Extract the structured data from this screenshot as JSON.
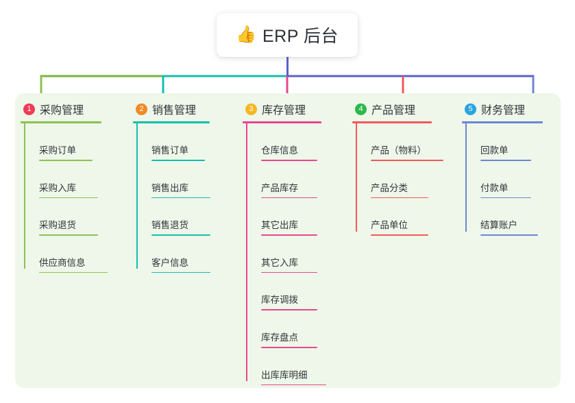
{
  "root": {
    "icon": "thumbs-up-icon",
    "emoji": "👍",
    "title": "ERP 后台"
  },
  "palette": {
    "canvas_bg": "#eef7e9",
    "page_bg": "#ffffff",
    "text": "#31353c",
    "root_connector": "#5b5fc7"
  },
  "connectors": {
    "segments": [
      {
        "name": "trunk-vertical",
        "color": "#5b5fc7"
      },
      {
        "name": "bus-green",
        "color": "#7cb342"
      },
      {
        "name": "bus-teal",
        "color": "#12bfae"
      },
      {
        "name": "bus-indigo",
        "color": "#5b5fc7"
      },
      {
        "name": "drop-1",
        "color": "#8cc152"
      },
      {
        "name": "drop-2",
        "color": "#12bfae"
      },
      {
        "name": "drop-3",
        "color": "#e8468f"
      },
      {
        "name": "drop-4",
        "color": "#f2585b"
      },
      {
        "name": "drop-5",
        "color": "#6b86d6"
      }
    ]
  },
  "columns": [
    {
      "index": "1",
      "title": "采购管理",
      "badge_color": "#ef3b57",
      "accent": "#8cc152",
      "rule_width": 118,
      "items": [
        {
          "label": "采购订单",
          "rule_width": 78
        },
        {
          "label": "采购入库",
          "rule_width": 86
        },
        {
          "label": "采购退货",
          "rule_width": 86
        },
        {
          "label": "供应商信息",
          "rule_width": 100
        }
      ]
    },
    {
      "index": "2",
      "title": "销售管理",
      "badge_color": "#f08a24",
      "accent": "#12bfae",
      "rule_width": 112,
      "items": [
        {
          "label": "销售订单",
          "rule_width": 78
        },
        {
          "label": "销售出库",
          "rule_width": 86
        },
        {
          "label": "销售退货",
          "rule_width": 86
        },
        {
          "label": "客户信息",
          "rule_width": 86
        }
      ]
    },
    {
      "index": "3",
      "title": "库存管理",
      "badge_color": "#f5b622",
      "accent": "#e8468f",
      "rule_width": 115,
      "items": [
        {
          "label": "仓库信息",
          "rule_width": 82
        },
        {
          "label": "产品库存",
          "rule_width": 82
        },
        {
          "label": "其它出库",
          "rule_width": 82
        },
        {
          "label": "其它入库",
          "rule_width": 82
        },
        {
          "label": "库存调拨",
          "rule_width": 82
        },
        {
          "label": "库存盘点",
          "rule_width": 82
        },
        {
          "label": "出库库明细",
          "rule_width": 95
        }
      ]
    },
    {
      "index": "4",
      "title": "产品管理",
      "badge_color": "#2db84d",
      "accent": "#f2585b",
      "rule_width": 116,
      "items": [
        {
          "label": "产品（物料）",
          "rule_width": 106
        },
        {
          "label": "产品分类",
          "rule_width": 84
        },
        {
          "label": "产品单位",
          "rule_width": 84
        }
      ]
    },
    {
      "index": "5",
      "title": "财务管理",
      "badge_color": "#29a3e0",
      "accent": "#6b86d6",
      "rule_width": 118,
      "items": [
        {
          "label": "回款单",
          "rule_width": 74
        },
        {
          "label": "付款单",
          "rule_width": 74
        },
        {
          "label": "结算账户",
          "rule_width": 84
        }
      ]
    }
  ]
}
